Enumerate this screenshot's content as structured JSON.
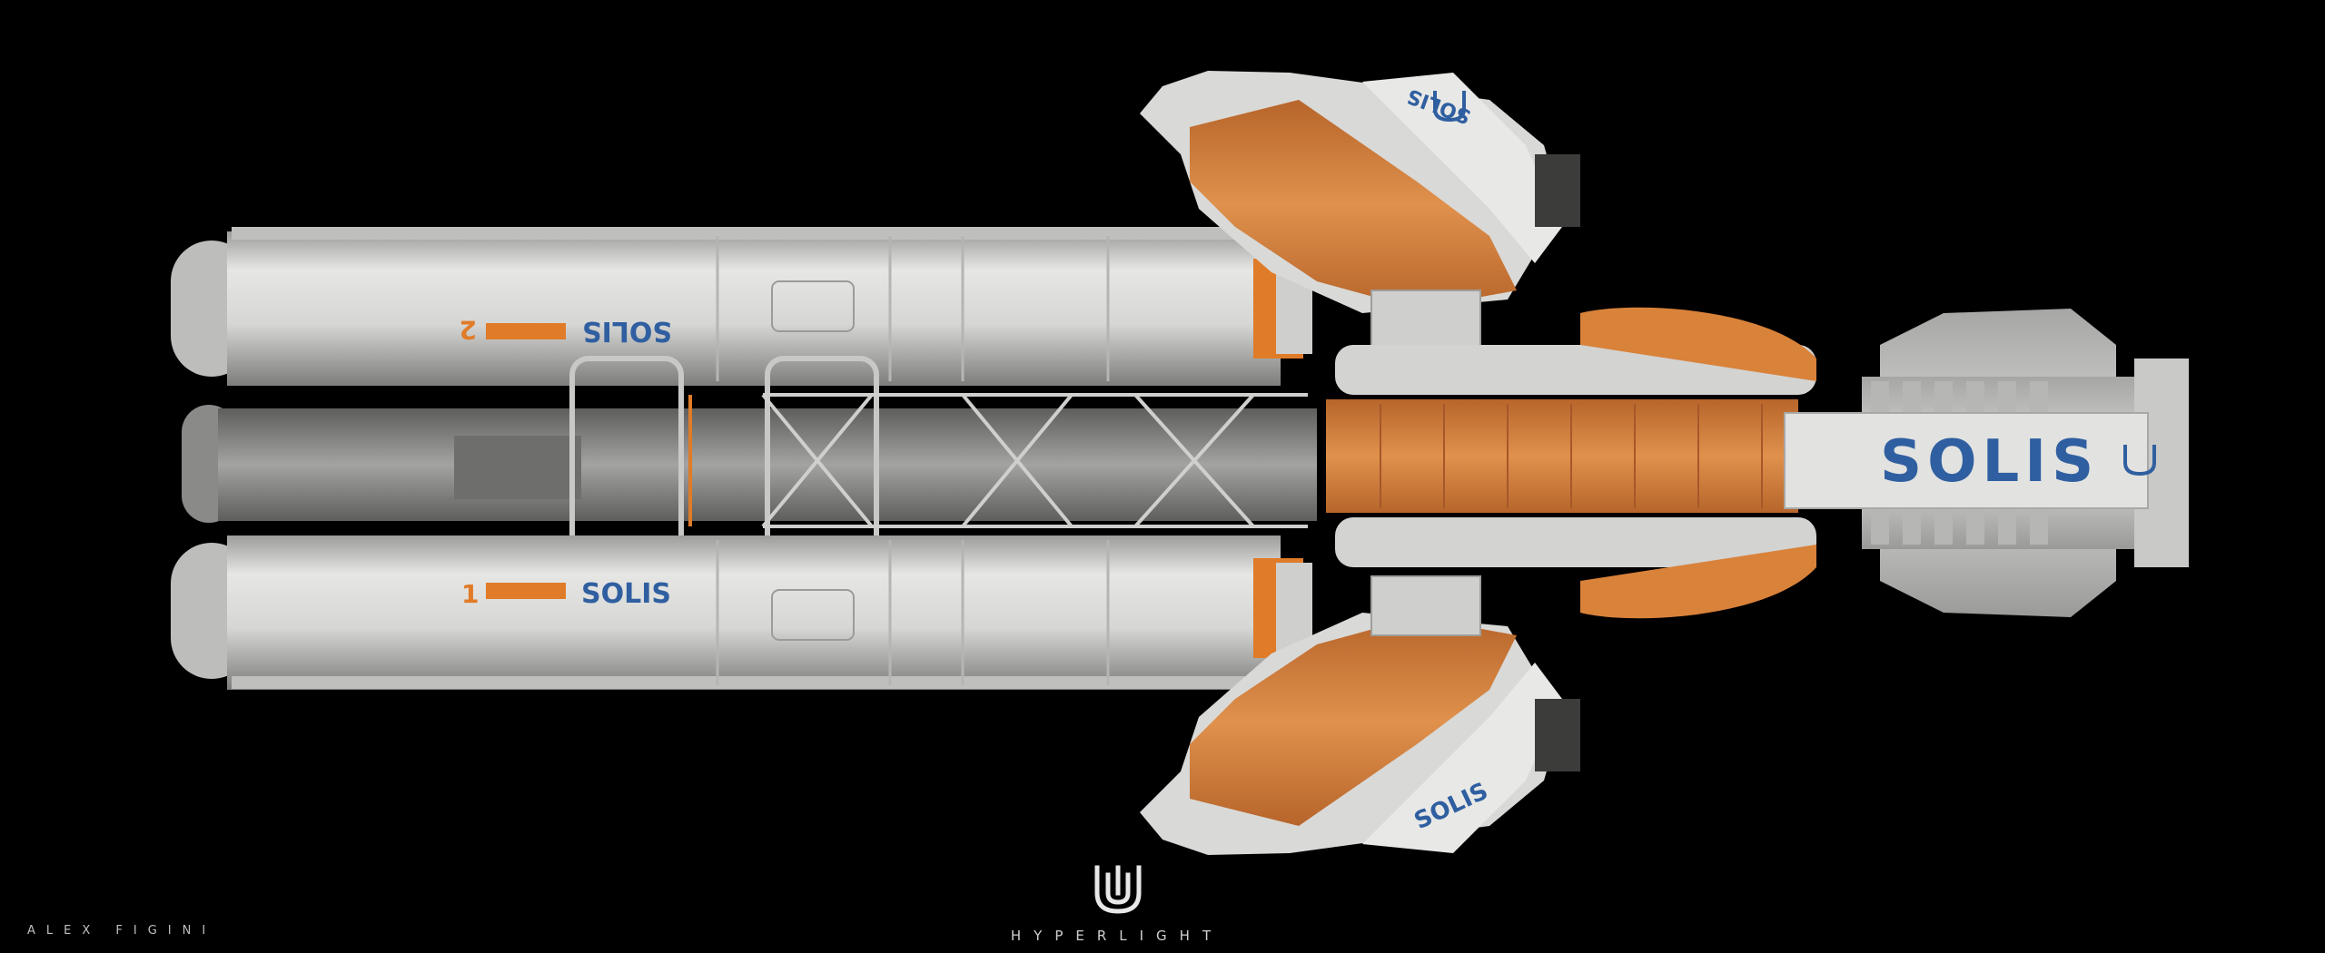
{
  "credit": {
    "artist": "ALEX FIGINI"
  },
  "brand": {
    "name": "HYPERLIGHT",
    "logo": "hyperlight-logo"
  },
  "ship": {
    "name_decal": "SOLIS",
    "pod_top": {
      "decal": "SOLIS",
      "number": "2"
    },
    "pod_bottom": {
      "decal": "SOLIS",
      "number": "1"
    },
    "wing_top_decal": "SOLIS",
    "wing_bottom_decal": "SOLIS"
  },
  "colors": {
    "hull": "#d9d9d7",
    "hull_shadow": "#a9a9a7",
    "padding_orange": "#d9823a",
    "decal_blue": "#2f5fa0",
    "stripe_orange": "#e07b28",
    "background": "#000000"
  }
}
